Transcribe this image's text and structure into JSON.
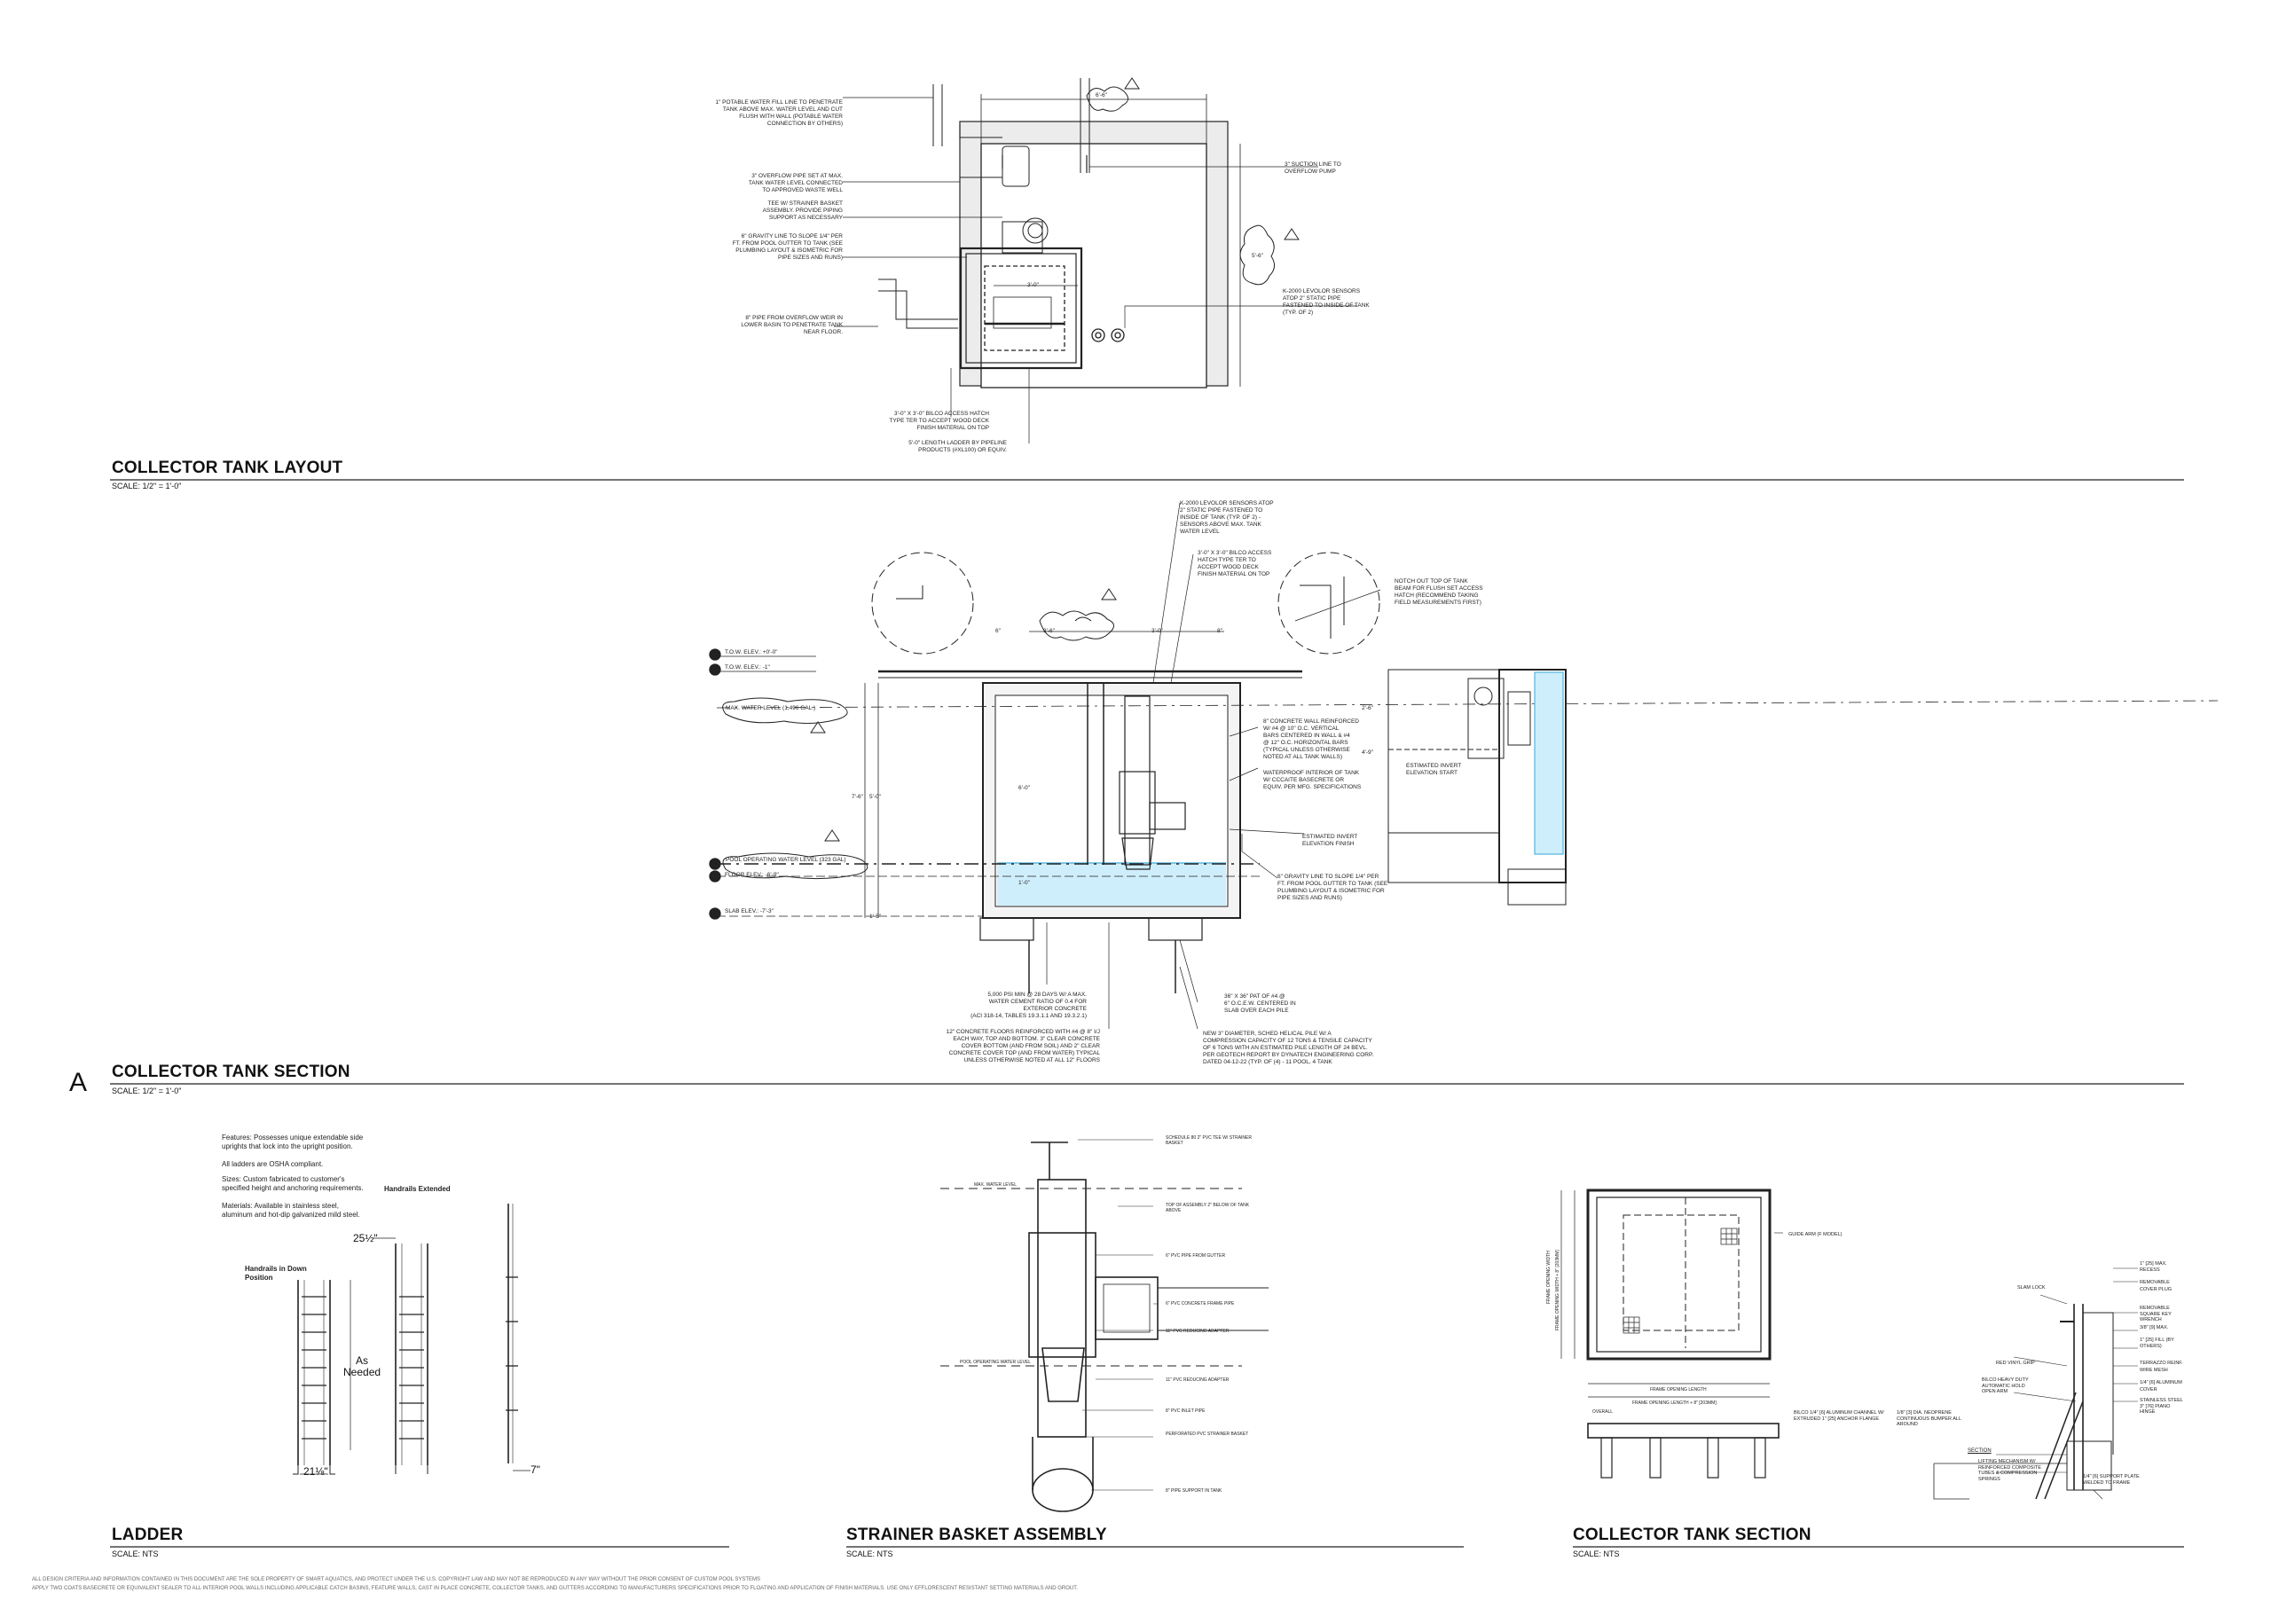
{
  "section_marker": "A",
  "layout": {
    "title": "COLLECTOR TANK LAYOUT",
    "scale": "SCALE: 1/2\" = 1'-0\"",
    "notes_left": [
      "1\" POTABLE WATER FILL LINE TO PENETRATE\nTANK ABOVE MAX. WATER LEVEL AND CUT\nFLUSH WITH WALL (POTABLE WATER\nCONNECTION BY OTHERS)",
      "3\" OVERFLOW PIPE SET AT MAX.\nTANK WATER LEVEL CONNECTED\nTO APPROVED WASTE WELL",
      "TEE W/ STRAINER BASKET\nASSEMBLY. PROVIDE PIPING\nSUPPORT AS NECESSARY",
      "6\" GRAVITY LINE TO SLOPE 1/4\" PER\nFT. FROM POOL GUTTER TO TANK (SEE\nPLUMBING LAYOUT & ISOMETRIC FOR\nPIPE SIZES AND RUNS)",
      "8\" PIPE FROM OVERFLOW WEIR IN\nLOWER BASIN TO PENETRATE TANK\nNEAR FLOOR."
    ],
    "notes_right": [
      "3\" SUCTION LINE TO\nOVERFLOW PUMP",
      "K-2000 LEVOLOR SENSORS\nATOP 2\" STATIC PIPE\nFASTENED TO INSIDE OF TANK\n(TYP. OF 2)"
    ],
    "notes_bottom": [
      "3'-0\" X 3'-0\" BILCO ACCESS HATCH\nTYPE TER TO ACCEPT WOOD DECK\nFINISH MATERIAL ON TOP",
      "5'-0\" LENGTH LADDER BY PIPELINE\nPRODUCTS (#XL100) OR EQUIV."
    ],
    "dims": {
      "top": "6'-6\"",
      "side": "5'-6\"",
      "inner": "3'-0\""
    }
  },
  "section": {
    "title": "COLLECTOR TANK SECTION",
    "scale": "SCALE: 1/2\" = 1'-0\"",
    "elevations": [
      "T.O.W. ELEV.: +0'-0\"",
      "T.O.W. ELEV.: -1\"",
      "MAX. WATER LEVEL (1,496 GAL.)",
      "POOL OPERATING WATER LEVEL (323 GAL)",
      "FLOOR ELEV.: -6'-9\"",
      "SLAB ELEV.: -7'-3\""
    ],
    "notes_top": [
      "K-2000 LEVOLOR SENSORS ATOP\n2\" STATIC PIPE FASTENED TO\nINSIDE OF TANK (TYP. OF 2) -\nSENSORS ABOVE MAX. TANK\nWATER LEVEL",
      "3'-0\" X 3'-0\" BILCO ACCESS\nHATCH TYPE TER TO\nACCEPT WOOD DECK\nFINISH MATERIAL ON TOP",
      "NOTCH OUT TOP OF TANK\nBEAM FOR FLUSH SET ACCESS\nHATCH (RECOMMEND TAKING\nFIELD MEASUREMENTS FIRST)"
    ],
    "notes_right": [
      "8\" CONCRETE WALL REINFORCED\nW/ #4 @ 10\" O.C. VERTICAL\nBARS CENTERED IN WALL & #4\n@ 12\" O.C. HORIZONTAL BARS\n(TYPICAL UNLESS OTHERWISE\nNOTED AT ALL TANK WALLS)",
      "WATERPROOF INTERIOR OF TANK\nW/ CCCAITE BASECRETE OR\nEQUIV. PER MFG. SPECIFICATIONS",
      "ESTIMATED INVERT\nELEVATION START",
      "ESTIMATED INVERT\nELEVATION FINISH",
      "6\" GRAVITY LINE TO SLOPE 1/4\" PER\nFT. FROM POOL GUTTER TO TANK (SEE\nPLUMBING LAYOUT & ISOMETRIC FOR\nPIPE SIZES AND RUNS)"
    ],
    "notes_bottom": [
      "5,000 PSI MIN @ 28 DAYS W/ A MAX.\nWATER CEMENT RATIO OF 0.4 FOR\nEXTERIOR CONCRETE\n(ACI 318-14, TABLES 19.3.1.1 AND 19.3.2.1)",
      "12\" CONCRETE FLOORS REINFORCED WITH #4 @ 8\" I/J\nEACH WAY, TOP AND BOTTOM. 3\" CLEAR CONCRETE\nCOVER BOTTOM (AND FROM SOIL) AND 2\" CLEAR\nCONCRETE COVER TOP (AND FROM WATER) TYPICAL\nUNLESS OTHERWISE NOTED AT ALL 12\" FLOORS",
      "36\" X 36\" PAT OF #4 @\n6\" O.C.E.W. CENTERED IN\nSLAB OVER EACH PILE",
      "NEW 3\" DIAMETER, SCHED HELICAL PILE W/ A\nCOMPRESSION CAPACITY OF 12 TONS & TENSILE CAPACITY\nOF 6 TONS WITH AN ESTIMATED PILE LENGTH OF 24 BEVL.\nPER GEOTECH REPORT BY DYNATECH ENGINEERING CORP.\nDATED 04-12-22 (TYP. OF (4) - 11 POOL, 4 TANK"
    ],
    "dims": [
      "3'-6\"",
      "3'-0\"",
      "6\"",
      "8\"",
      "7'-6\"",
      "5'-0\"",
      "6'-0\"",
      "1'-0\"",
      "1'-6\"",
      "2'-6\"",
      "4'-9\""
    ]
  },
  "ladder": {
    "title": "LADDER",
    "scale": "SCALE: NTS",
    "features": [
      "Features: Possesses unique extendable side uprights that lock into the upright position.",
      "All ladders are OSHA compliant.",
      "Sizes: Custom fabricated to customer's specified height and anchoring requirements.",
      "Materials: Available in stainless steel, aluminum and hot-dip galvanized mild steel."
    ],
    "labels": {
      "extended": "Handrails Extended",
      "down": "Handrails in Down\nPosition",
      "top_dim": "25½\"",
      "height": "As\nNeeded",
      "width": "21⅛\"",
      "depth": "7\""
    }
  },
  "strainer": {
    "title": "STRAINER BASKET ASSEMBLY",
    "scale": "SCALE: NTS",
    "labels": [
      "SCHEDULE 80 2\" PVC TEE W/ STRAINER BASKET",
      "MAX. WATER LEVEL",
      "TOP OF ASSEMBLY 2\" BELOW OF TANK ABOVE",
      "6\" PVC PIPE FROM GUTTER",
      "6\" PVC CONCRETE FRAME PIPE",
      "11\" PVC REDUCING ADAPTER",
      "POOL OPERATING WATER LEVEL",
      "11\" PVC REDUCING ADAPTER",
      "8\" PVC INLET PIPE",
      "PERFORATED PVC STRAINER BASKET",
      "8\" PIPE SUPPORT IN TANK"
    ]
  },
  "hatch": {
    "title": "COLLECTOR TANK SECTION",
    "scale": "SCALE: NTS",
    "labels": [
      "GUIDE ARM (F MODEL)",
      "FRAME OPENING LENGTH",
      "FRAME OPENING LENGTH + 8\" [203mm]",
      "OVERALL",
      "FRAME OPENING WIDTH",
      "FRAME OPENING WIDTH + 8\" [203mm]",
      "1\" [25] MAX. RECESS",
      "REMOVABLE COVER PLUG",
      "SLAM LOCK",
      "REMOVABLE SQUARE KEY WRENCH",
      "3/8\" [9] MAX.",
      "1\" [25] FILL (BY OTHERS)",
      "TERRAZZO REINF. WIRE MESH",
      "1/4\" [6] ALUMINUM COVER",
      "RED VINYL GRIP",
      "BILCO HEAVY DUTY AUTOMATIC HOLD OPEN ARM",
      "STAINLESS STEEL 3\" [76] PIANO HINGE",
      "BILCO 1/4\" [6] ALUMINUM CHANNEL W/ EXTRUDED 1\" [25] ANCHOR FLANGE",
      "1/8\" [3] DIA. NEOPRENE CONTINUOUS BUMPER ALL AROUND",
      "SECTION",
      "LIFTING MECHANISM W/ REINFORCED COMPOSITE TUBES & COMPRESSION SPRINGS",
      "1/4\" [6] SUPPORT PLATE WELDED TO FRAME"
    ]
  },
  "disclaimer": [
    "ALL DESIGN CRITERIA AND INFORMATION CONTAINED IN THIS DOCUMENT ARE THE SOLE PROPERTY OF SMART AQUATICS, AND PROTECT UNDER THE U.S. COPYRIGHT LAW AND MAY NOT BE REPRODUCED IN ANY WAY WITHOUT THE PRIOR CONSENT OF CUSTOM POOL SYSTEMS",
    "APPLY TWO COATS BASECRETE OR EQUIVALENT SEALER TO ALL INTERIOR POOL WALLS INCLUDING APPLICABLE CATCH BASINS, FEATURE WALLS, CAST IN PLACE CONCRETE, COLLECTOR TANKS, AND GUTTERS ACCORDING TO MANUFACTURERS SPECIFICATIONS PRIOR TO FLOATING AND APPLICATION OF FINISH MATERIALS. USE ONLY EFFLORESCENT RESISTANT SETTING MATERIALS AND GROUT."
  ],
  "colors": {
    "water": "#cfeefb",
    "water_dark": "#8fd3ee",
    "line": "#222222",
    "concrete": "#e6e6e6"
  }
}
